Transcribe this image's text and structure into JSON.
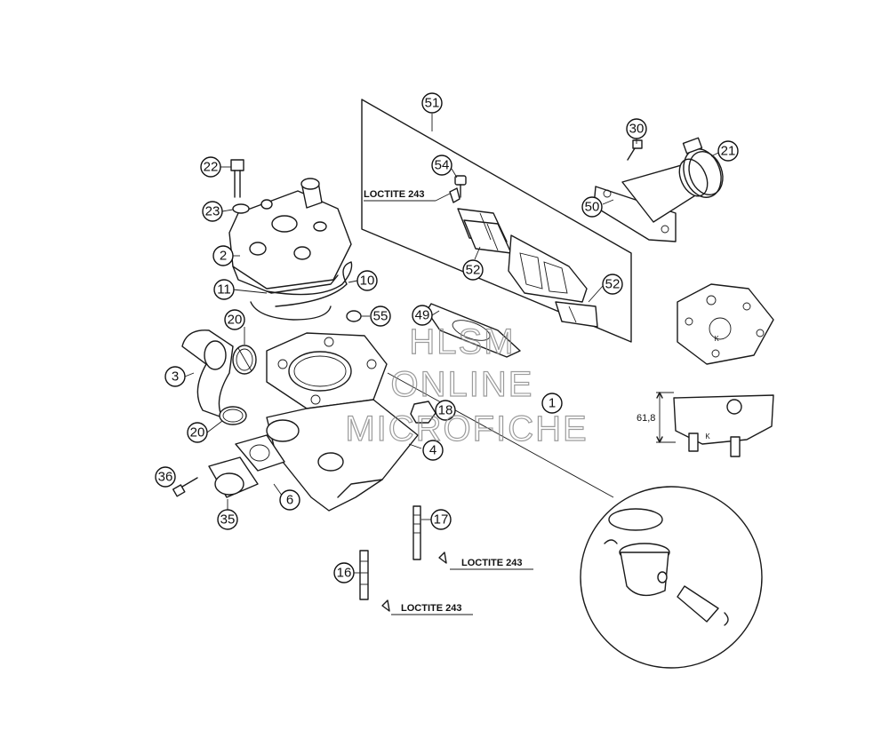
{
  "callouts": [
    {
      "id": "51",
      "label": "51"
    },
    {
      "id": "30",
      "label": "30"
    },
    {
      "id": "21",
      "label": "21"
    },
    {
      "id": "54",
      "label": "54"
    },
    {
      "id": "50",
      "label": "50"
    },
    {
      "id": "22",
      "label": "22"
    },
    {
      "id": "23",
      "label": "23"
    },
    {
      "id": "2",
      "label": "2"
    },
    {
      "id": "52a",
      "label": "52"
    },
    {
      "id": "52b",
      "label": "52"
    },
    {
      "id": "11",
      "label": "11"
    },
    {
      "id": "10",
      "label": "10"
    },
    {
      "id": "49",
      "label": "49"
    },
    {
      "id": "55",
      "label": "55"
    },
    {
      "id": "20a",
      "label": "20"
    },
    {
      "id": "3",
      "label": "3"
    },
    {
      "id": "1",
      "label": "1"
    },
    {
      "id": "18",
      "label": "18"
    },
    {
      "id": "20b",
      "label": "20"
    },
    {
      "id": "4",
      "label": "4"
    },
    {
      "id": "36",
      "label": "36"
    },
    {
      "id": "6",
      "label": "6"
    },
    {
      "id": "35",
      "label": "35"
    },
    {
      "id": "17",
      "label": "17"
    },
    {
      "id": "16",
      "label": "16"
    }
  ],
  "loctite": [
    "LOCTITE 243",
    "LOCTITE 243",
    "LOCTITE 243"
  ],
  "dimension": "61,8",
  "ref_marks": [
    "K",
    "K"
  ],
  "watermark": [
    "HLSM",
    "ONLINE",
    "MICROFICHE"
  ]
}
